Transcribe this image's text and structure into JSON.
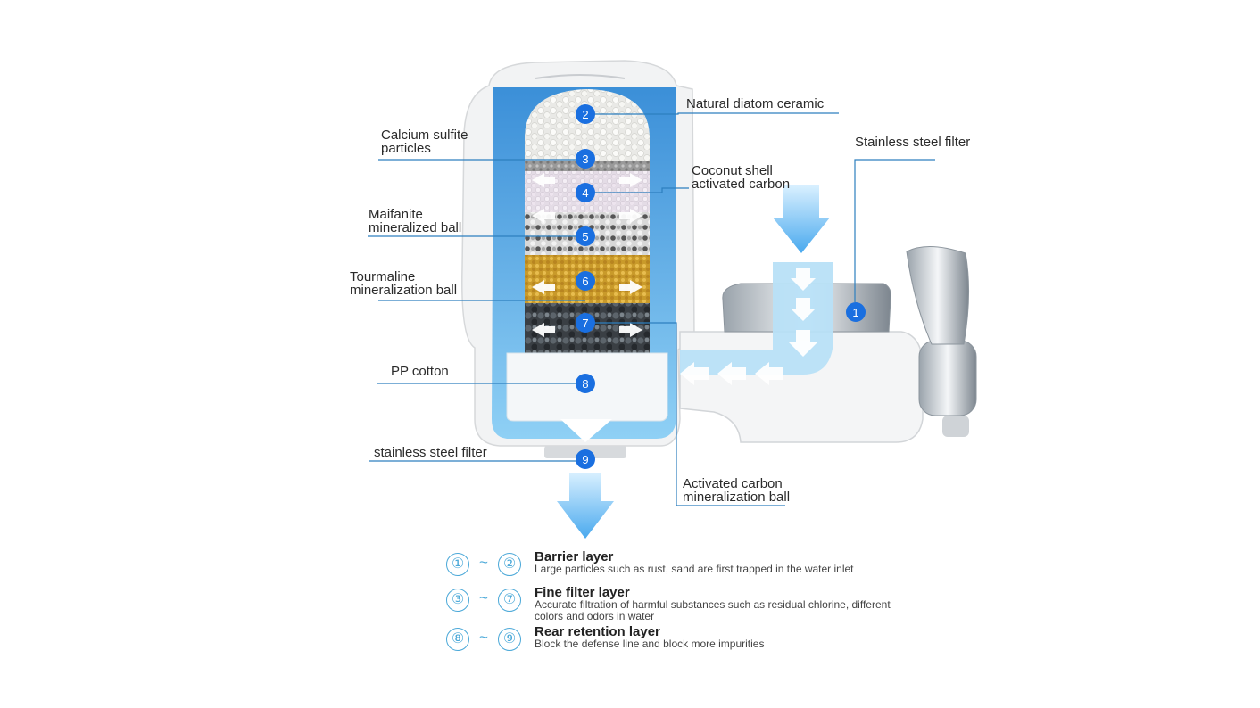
{
  "labels": {
    "natural_diatom": "Natural diatom ceramic",
    "calcium_sulfite": [
      "Calcium sulfite",
      "particles"
    ],
    "stainless_top": "Stainless steel filter",
    "coconut": [
      "Coconut shell",
      "activated carbon"
    ],
    "maifanite": [
      "Maifanite",
      "mineralized ball"
    ],
    "tourmaline": [
      "Tourmaline",
      "mineralization ball"
    ],
    "pp_cotton": "PP cotton",
    "stainless_bottom": "stainless steel filter",
    "activated_ball": [
      "Activated carbon",
      "mineralization ball"
    ]
  },
  "markers": [
    "1",
    "2",
    "3",
    "4",
    "5",
    "6",
    "7",
    "8",
    "9"
  ],
  "legend": [
    {
      "from": "①",
      "to": "②",
      "tilde": "~",
      "title": "Barrier layer",
      "description": "Large particles such as rust, sand are first trapped in the water inlet"
    },
    {
      "from": "③",
      "to": "⑦",
      "tilde": "~",
      "title": "Fine filter layer",
      "description": "Accurate filtration of harmful substances such as residual chlorine, different colors and odors in water"
    },
    {
      "from": "⑧",
      "to": "⑨",
      "tilde": "~",
      "title": "Rear retention layer",
      "description": "Block the defense line and block more impurities"
    }
  ],
  "colors": {
    "accent": "#1a6fe0",
    "water": "#5bb8f0",
    "line": "#2d7fbf"
  }
}
